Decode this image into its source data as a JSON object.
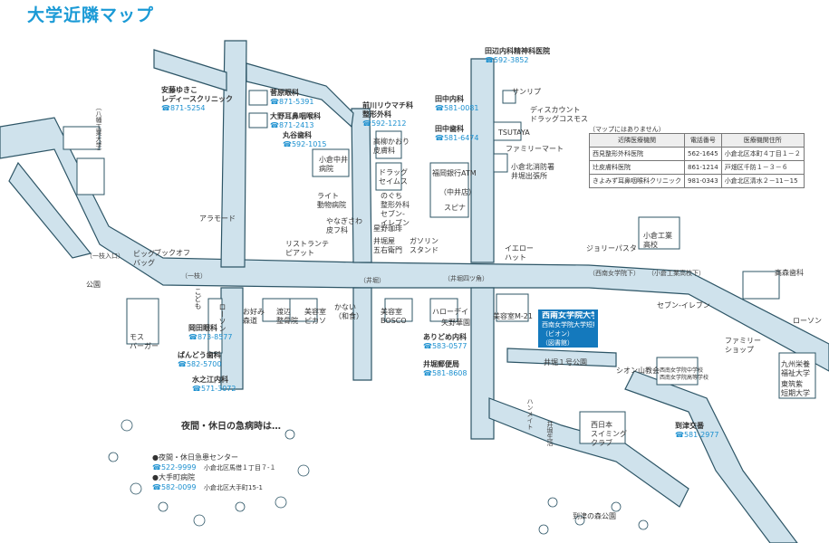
{
  "title": "大学近隣マップ",
  "places": {
    "ando": {
      "name": "安藤ゆきこ\nレディースクリニック",
      "phone": "☎871-5254"
    },
    "sugahara": {
      "name": "菅原眼科",
      "phone": "☎871-5391"
    },
    "oono": {
      "name": "大野耳鼻咽喉科",
      "phone": "☎871-2413"
    },
    "maruya": {
      "name": "丸谷歯科",
      "phone": "☎592-1015"
    },
    "maekawa": {
      "name": "前川リウマチ科\n整形外科",
      "phone": "☎592-1212"
    },
    "taguchi_naika": {
      "name": "田中内科",
      "phone": "☎581-0081"
    },
    "taguchi_hifu": {
      "name": "田中歯科",
      "phone": "☎581-6474"
    },
    "tanabe": {
      "name": "田辺内科精神科医院",
      "phone": "☎592-3852"
    },
    "okada": {
      "name": "岡田眼科",
      "phone": "☎873-8577"
    },
    "pando": {
      "name": "ぱんどう歯科",
      "phone": "☎582-5700"
    },
    "mizunoe": {
      "name": "水之江内科",
      "phone": "☎571-3072"
    },
    "aridome": {
      "name": "ありどめ内科",
      "phone": "☎583-0577"
    },
    "post": {
      "name": "井堀郵便局",
      "phone": "☎581-8608"
    },
    "koban": {
      "name": "到津交番",
      "phone": "☎581-2977"
    }
  },
  "small_labels": {
    "sunlip": "サンリプ",
    "discount": "ディスカウント\nドラッグコスモス",
    "tsutaya": "TSUTAYA",
    "family": "ファミリーマート",
    "kokura_fire": "小倉北消防署\n井堀出張所",
    "atm": "福岡銀行ATM",
    "nakai": "（中井店）",
    "supina": "スピナ",
    "gasoline": "ガソリン\nスタンド",
    "yellow_hat": "イエロー\nハット",
    "jolly_pasta": "ジョリーパスタ",
    "kokura_tech": "小倉工業\n高校",
    "kokura_naka": "小倉中井\n病院",
    "light": "ライト\n動物病院",
    "yanagisawa": "やなぎさわ\n皮フ科",
    "takasago": "高柳かおり\n皮膚科",
    "drug": "ドラッグ\nセイムス",
    "noguchi": "のぐち\n整形外科",
    "seven1": "セブン-\nイレブン",
    "hoshiya": "星野珈琲",
    "restaurant": "リストランテ\nピアット",
    "ibori_gochome": "井堀屋\n五右衛門",
    "aramode": "アラモード",
    "book_off": "ブックオフ",
    "big_bag": "ビッグ\nバッグ",
    "kouen": "公園",
    "mos": "モス\nバーガー",
    "lawson": "ローソン",
    "kodomo": "こども",
    "okasho": "お好み\n森道",
    "watanabe": "渡辺\n整骨院",
    "picaso": "美容室\nピカソ",
    "bosco": "美容室\nBOSCO",
    "hallo": "ハローデイ",
    "yano": "矢野華園",
    "m21": "美容室M-21",
    "ibori_park": "井堀１号公園",
    "shion": "シオン山教会",
    "junior": "西南女学院中学校\n西南女学院高等学校",
    "seven2": "セブン-イレブン",
    "family_shop": "ファミリー\nショップ",
    "kyushu": "九州栄養\n福祉大学",
    "toho": "東筑紫\n短期大学",
    "takami": "高森歯科",
    "nishi_swim": "西日本\nスイミング\nクラブ",
    "itouzu_park": "到津の森公園",
    "kanai": "かない\n（和食）",
    "lawson2": "ローソン"
  },
  "roads": {
    "ichiban": "（一枝）",
    "ibori": "（井堀）",
    "ibori_crossing": "（井堀四ツ角）",
    "seinan_mae": "（西南女学院下）",
    "kokura_koukou": "（小倉工業高校下）",
    "kosoku": "（八幡工業大学）",
    "ikkei": "（一枝入口）",
    "hanami": "ハンメイト",
    "ibori_ue": "井堀生活"
  },
  "university": {
    "line1": "西南女学院大学",
    "line2": "西南女学院大学短期大学部",
    "line3": "（ビオン）",
    "line4": "（図書館）"
  },
  "table": {
    "note": "（マップにはありません）",
    "headers": [
      "近隣医療機関",
      "電話番号",
      "医療機関住所"
    ],
    "rows": [
      [
        "西見整形外科医院",
        "562-1645",
        "小倉北区本町４丁目１－２"
      ],
      [
        "辻皮膚科医院",
        "861-1214",
        "戸畑区千防１－３－６"
      ],
      [
        "きよみず耳鼻咽喉科クリニック",
        "981-0343",
        "小倉北区清水２－11－15"
      ]
    ]
  },
  "emergency": {
    "title": "夜間・休日の急病時は…",
    "items": [
      {
        "name": "●夜間・休日急患センター",
        "phone": "☎522-9999",
        "addr": "小倉北区馬借１丁目７-１"
      },
      {
        "name": "●大手町病院",
        "phone": "☎582-0099",
        "addr": "小倉北区大手町15-1"
      }
    ]
  },
  "colors": {
    "road": "#cfe2ec",
    "road_edge": "#2d5566",
    "blue": "#1a8fcf",
    "univ": "#1479bd"
  }
}
